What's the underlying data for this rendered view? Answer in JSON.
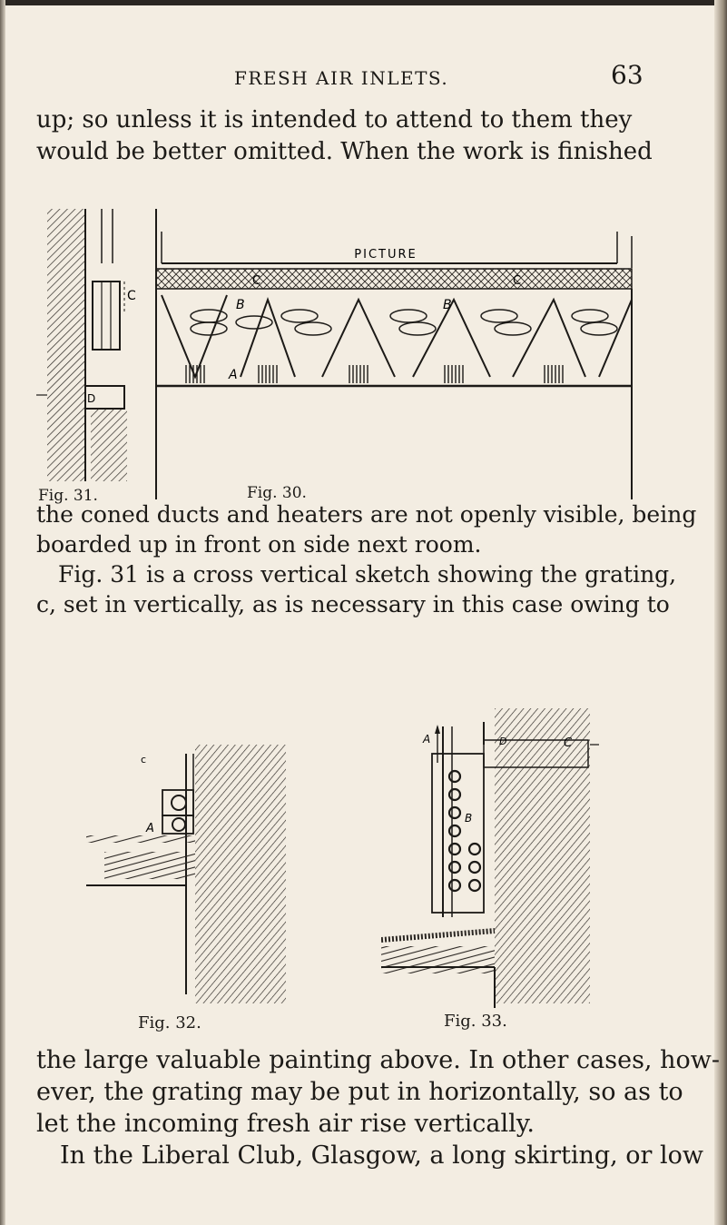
{
  "header": {
    "running_head": "FRESH AIR INLETS.",
    "page_number": "63"
  },
  "paragraphs": {
    "top": [
      "up; so unless it is intended to attend to them they",
      "would be better omitted. When the work is finished"
    ],
    "middle": [
      "the coned ducts and heaters are not openly visible, being",
      "boarded up in front on side next room.",
      "Fig. 31 is a cross vertical sketch showing the grating,",
      "c, set in vertically, as is necessary in this case owing to"
    ],
    "bottom": [
      "the large valuable painting above. In other cases, how-",
      "ever, the grating may be put in horizontally, so as to",
      "let the incoming fresh air rise vertically.",
      "In the Liberal Club, Glasgow, a long skirting, or low"
    ]
  },
  "figures": {
    "fig31": {
      "caption": "Fig. 31.",
      "labels": {
        "c": "C",
        "d": "D"
      }
    },
    "fig30": {
      "caption": "Fig. 30.",
      "picture_label": "PICTURE",
      "labels": {
        "a": "A",
        "b1": "B",
        "b2": "B",
        "c1": "C",
        "c2": "C"
      }
    },
    "fig32": {
      "caption": "Fig. 32.",
      "labels": {
        "a": "A",
        "c": "c"
      }
    },
    "fig33": {
      "caption": "Fig. 33.",
      "labels": {
        "a": "A",
        "b": "B",
        "c": "C",
        "d": "D"
      }
    }
  }
}
